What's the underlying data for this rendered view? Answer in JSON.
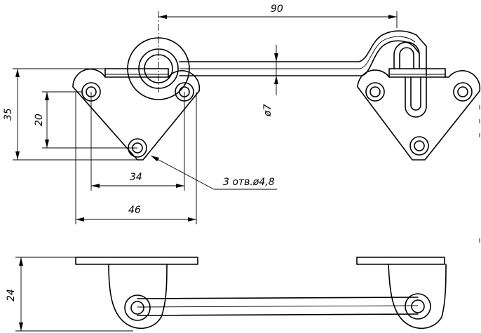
{
  "drawing": {
    "dimensions": {
      "length_90": "90",
      "height_35": "35",
      "height_20": "20",
      "width_34": "34",
      "width_46": "46",
      "diameter_7": "ø7",
      "holes_note": "3 отв.ø4,8",
      "height_24": "24"
    }
  }
}
